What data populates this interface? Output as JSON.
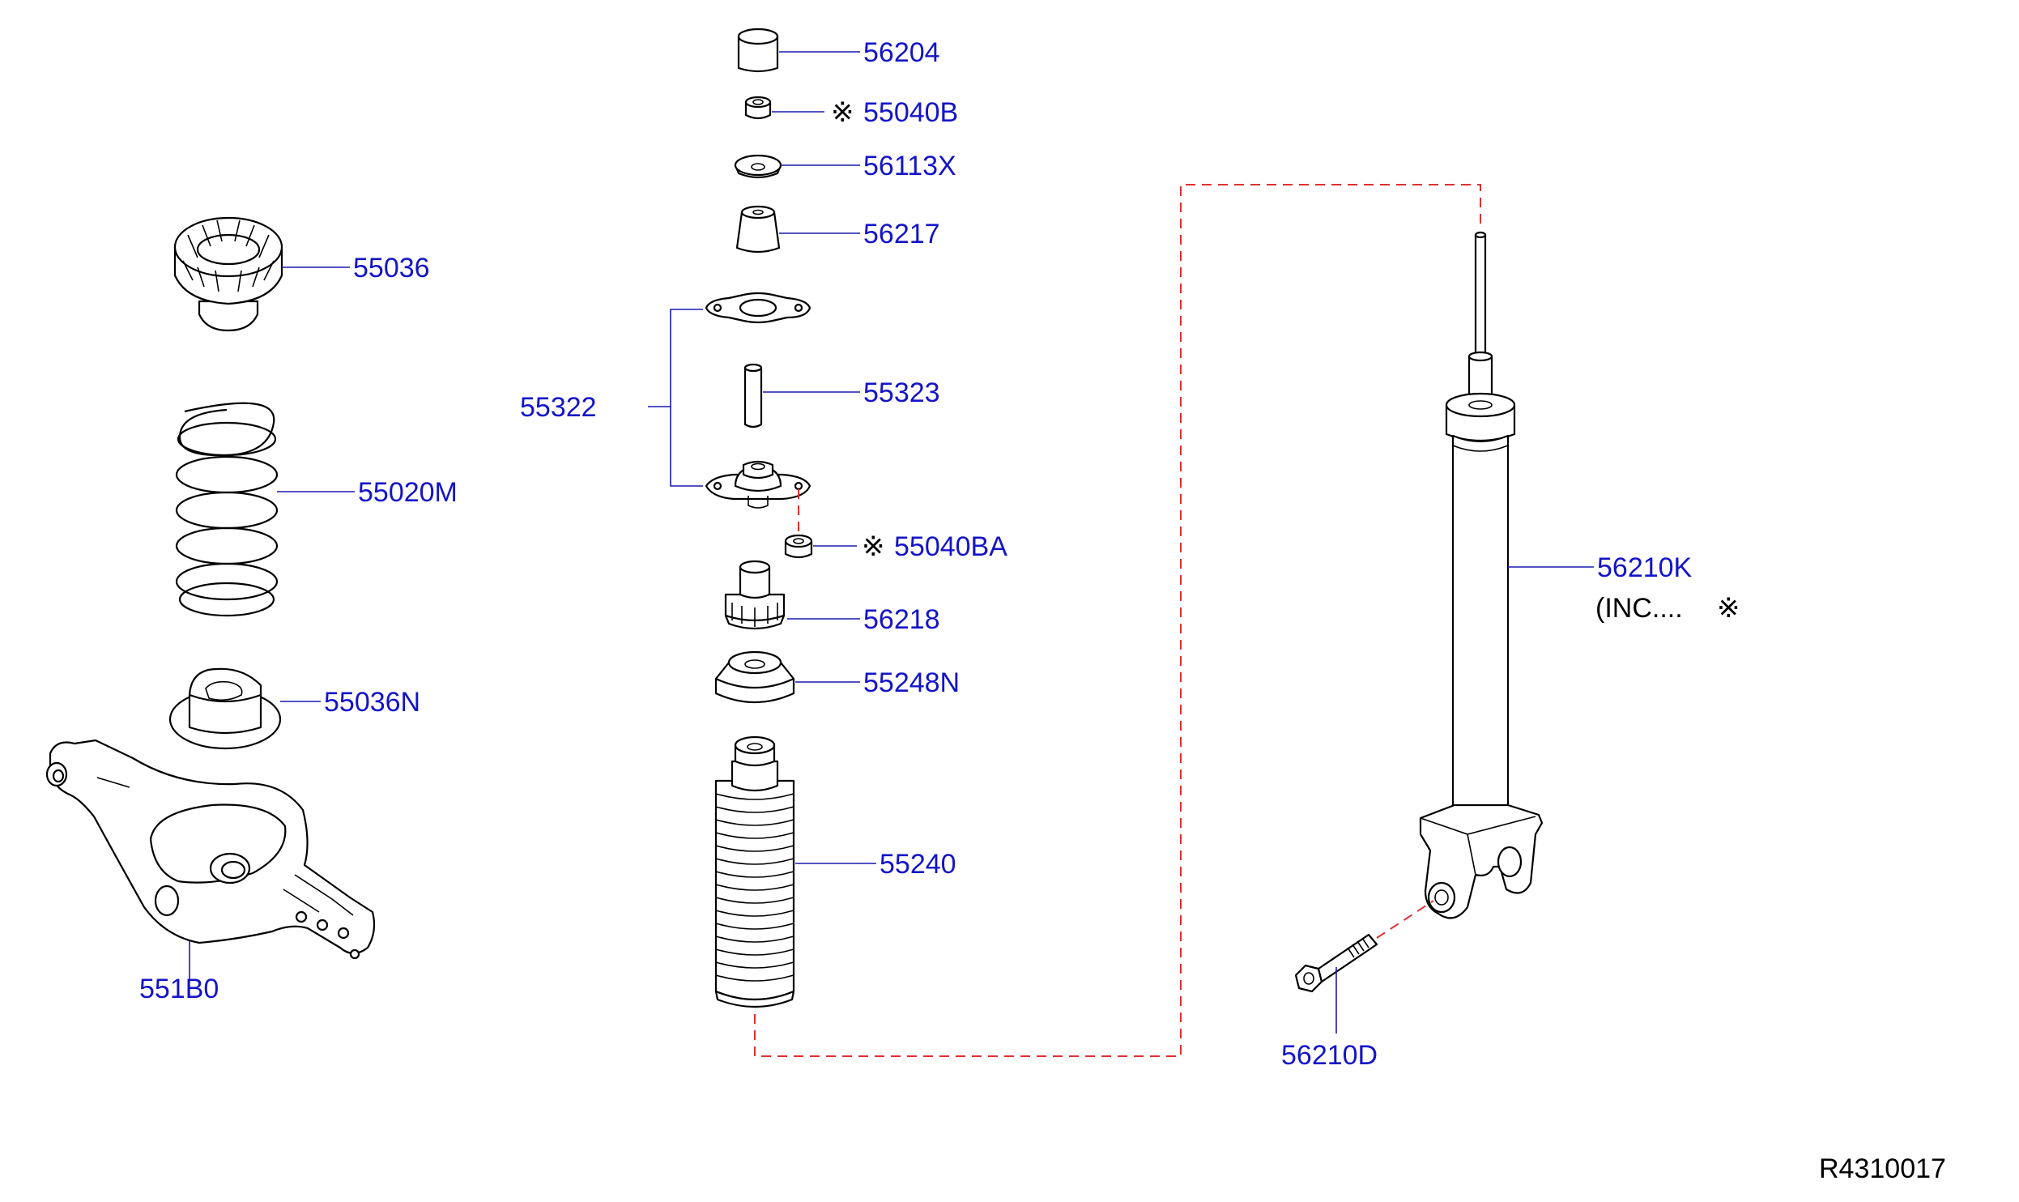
{
  "diagram": {
    "reference_code": "R4310017",
    "inc_note": "(INC....",
    "mark_glyph": "※",
    "label_color": "#1414c8",
    "connector_color": "#e03030",
    "parts": [
      {
        "id": "p56204",
        "label": "56204"
      },
      {
        "id": "p55040B",
        "label": "55040B",
        "marked": true
      },
      {
        "id": "p56113X",
        "label": "56113X"
      },
      {
        "id": "p56217",
        "label": "56217"
      },
      {
        "id": "p55036",
        "label": "55036"
      },
      {
        "id": "p55322",
        "label": "55322"
      },
      {
        "id": "p55323",
        "label": "55323"
      },
      {
        "id": "p55020M",
        "label": "55020M"
      },
      {
        "id": "p55040BA",
        "label": "55040BA",
        "marked": true
      },
      {
        "id": "p56210K",
        "label": "56210K"
      },
      {
        "id": "p56218",
        "label": "56218"
      },
      {
        "id": "p55036N",
        "label": "55036N"
      },
      {
        "id": "p55248N",
        "label": "55248N"
      },
      {
        "id": "p55240",
        "label": "55240"
      },
      {
        "id": "p551B0",
        "label": "551B0"
      },
      {
        "id": "p56210D",
        "label": "56210D"
      }
    ]
  }
}
